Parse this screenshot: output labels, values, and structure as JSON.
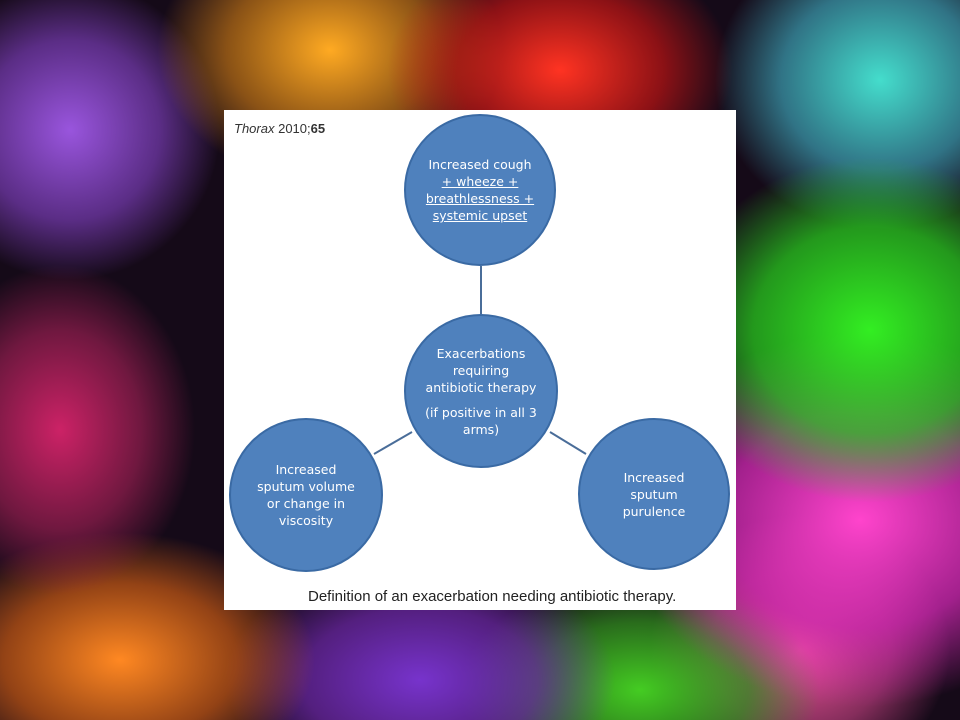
{
  "citation": {
    "journal": "Thorax",
    "year": "2010;",
    "volume": "65"
  },
  "nodes": {
    "top": {
      "line1": "Increased cough",
      "line2": "+ wheeze +",
      "line3": "breathlessness +",
      "line4": "systemic upset"
    },
    "center": {
      "line1": "Exacerbations",
      "line2": "requiring",
      "line3": "antibiotic therapy",
      "line4": "(if positive in all 3",
      "line5": "arms)"
    },
    "left": {
      "line1": "Increased",
      "line2": "sputum volume",
      "line3": "or change in",
      "line4": "viscosity"
    },
    "right": {
      "line1": "Increased",
      "line2": "sputum",
      "line3": "purulence"
    }
  },
  "caption": "Definition of an exacerbation needing antibiotic therapy.",
  "colors": {
    "node_fill": "#4f81bd",
    "node_border": "#3a6aa4",
    "connector": "#4a6d99"
  }
}
